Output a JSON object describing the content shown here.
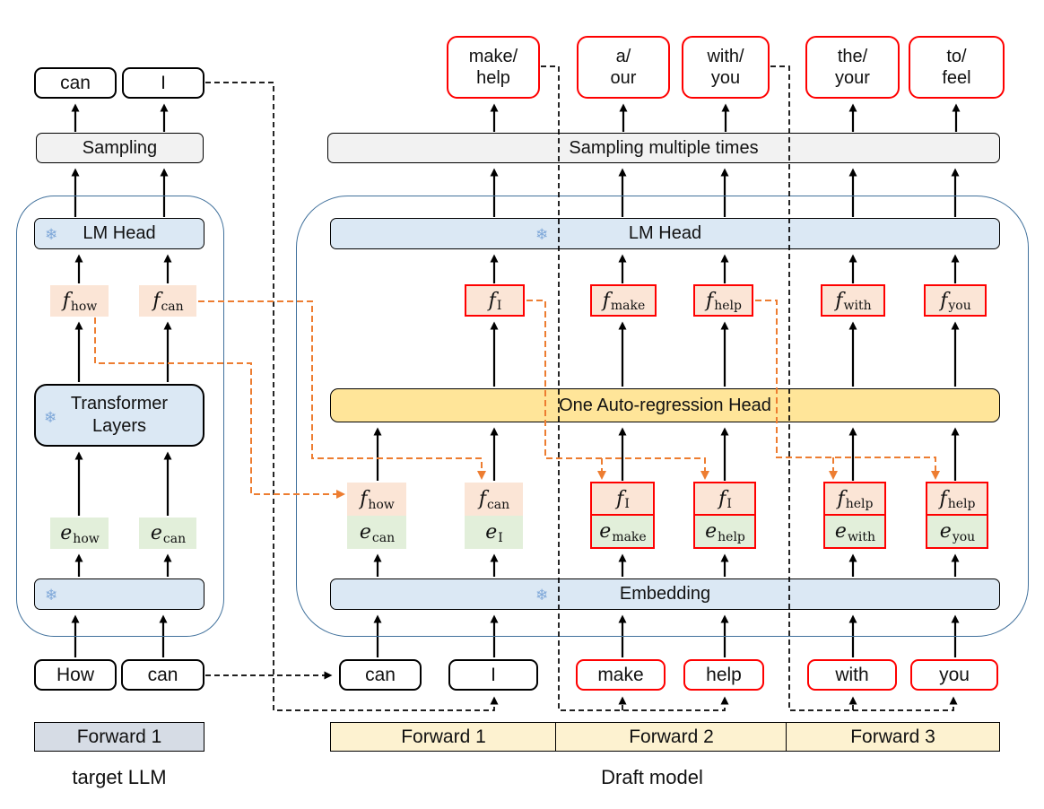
{
  "target_llm": {
    "caption": "target LLM",
    "outputs": [
      "can",
      "I"
    ],
    "sampling_label": "Sampling",
    "lm_head_label": "LM Head",
    "features": [
      {
        "base": "f",
        "sub": "how"
      },
      {
        "base": "f",
        "sub": "can"
      }
    ],
    "transformer": {
      "line1": "Transformer",
      "line2": "Layers"
    },
    "embeddings": [
      {
        "base": "e",
        "sub": "how"
      },
      {
        "base": "e",
        "sub": "can"
      }
    ],
    "inputs": [
      "How",
      "can"
    ],
    "forward_label": "Forward 1"
  },
  "draft_model": {
    "caption": "Draft model",
    "outputs": [
      {
        "line1": "make/",
        "line2": "help"
      },
      {
        "line1": "a/",
        "line2": "our"
      },
      {
        "line1": "with/",
        "line2": "you"
      },
      {
        "line1": "the/",
        "line2": "your"
      },
      {
        "line1": "to/",
        "line2": "feel"
      }
    ],
    "sampling_label": "Sampling multiple times",
    "lm_head_label": "LM Head",
    "features": [
      {
        "base": "f",
        "sub": "I"
      },
      {
        "base": "f",
        "sub": "make"
      },
      {
        "base": "f",
        "sub": "help"
      },
      {
        "base": "f",
        "sub": "with"
      },
      {
        "base": "f",
        "sub": "you"
      }
    ],
    "autoregression_label": "One Auto-regression Head",
    "stacks": [
      {
        "f": {
          "base": "f",
          "sub": "how"
        },
        "e": {
          "base": "e",
          "sub": "can"
        },
        "highlighted": false
      },
      {
        "f": {
          "base": "f",
          "sub": "can"
        },
        "e": {
          "base": "e",
          "sub": "I"
        },
        "highlighted": false
      },
      {
        "f": {
          "base": "f",
          "sub": "I"
        },
        "e": {
          "base": "e",
          "sub": "make"
        },
        "highlighted": true
      },
      {
        "f": {
          "base": "f",
          "sub": "I"
        },
        "e": {
          "base": "e",
          "sub": "help"
        },
        "highlighted": true
      },
      {
        "f": {
          "base": "f",
          "sub": "help"
        },
        "e": {
          "base": "e",
          "sub": "with"
        },
        "highlighted": true
      },
      {
        "f": {
          "base": "f",
          "sub": "help"
        },
        "e": {
          "base": "e",
          "sub": "you"
        },
        "highlighted": true
      }
    ],
    "embedding_label": "Embedding",
    "inputs": [
      {
        "label": "can",
        "highlighted": false
      },
      {
        "label": "I",
        "highlighted": false
      },
      {
        "label": "make",
        "highlighted": true
      },
      {
        "label": "help",
        "highlighted": true
      },
      {
        "label": "with",
        "highlighted": true
      },
      {
        "label": "you",
        "highlighted": true
      }
    ],
    "forwards": [
      "Forward 1",
      "Forward 2",
      "Forward 3"
    ]
  },
  "icons": {
    "frozen": "❄"
  },
  "colors": {
    "feature_fill": "#fbe5d6",
    "embedding_fill": "#e2efda",
    "frozen_bar_fill": "#dbe8f4",
    "sampling_fill": "#f2f2f2",
    "autoregression_fill": "#ffe599",
    "forward_target_fill": "#d6dce5",
    "forward_draft_fill": "#fdf2d0",
    "highlight_red": "#ff0000",
    "reuse_orange": "#ed7d31",
    "container_blue": "#41719c"
  }
}
